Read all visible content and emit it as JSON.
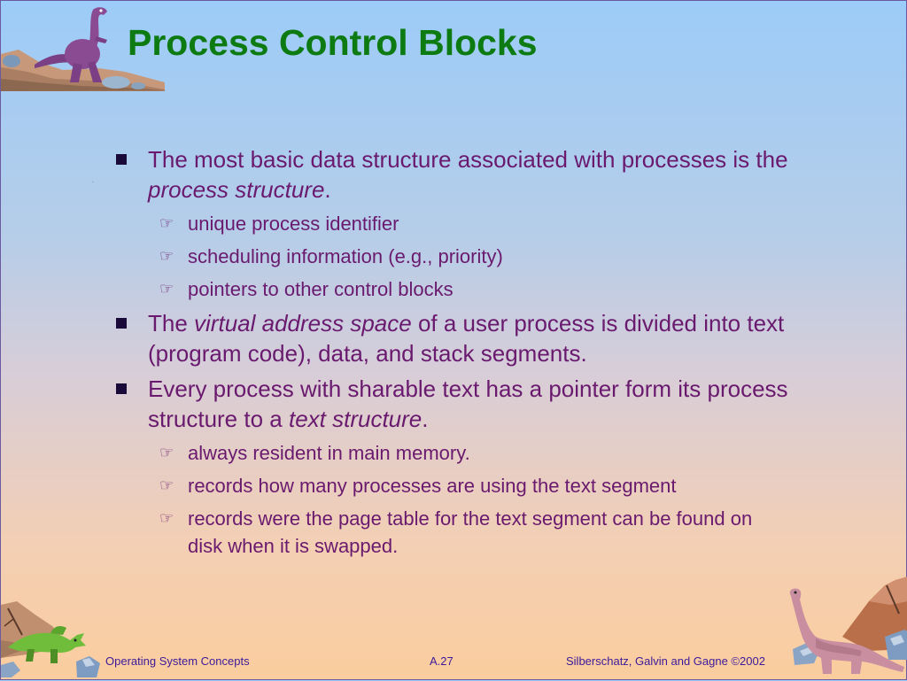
{
  "slide": {
    "title": "Process Control Blocks",
    "bullets": [
      {
        "level": 1,
        "parts": [
          "The most basic data structure associated with processes is the ",
          "process structure",
          "."
        ],
        "italic": [
          false,
          true,
          false
        ]
      },
      {
        "level": 2,
        "text": "unique process identifier"
      },
      {
        "level": 2,
        "text": "scheduling information (e.g., priority)"
      },
      {
        "level": 2,
        "text": "pointers to other control blocks"
      },
      {
        "level": 1,
        "parts": [
          "The ",
          "virtual address space",
          " of a user process is divided into text (program code), data, and stack segments."
        ],
        "italic": [
          false,
          true,
          false
        ]
      },
      {
        "level": 1,
        "parts": [
          "Every process with sharable text has a pointer form its process structure to a ",
          "text structure",
          "."
        ],
        "italic": [
          false,
          true,
          false
        ]
      },
      {
        "level": 2,
        "text": "always resident in main memory."
      },
      {
        "level": 2,
        "text": "records how many processes are using the text segment"
      },
      {
        "level": 2,
        "text": "records were the page table for the text segment can be found on disk when it is swapped."
      }
    ]
  },
  "footer": {
    "left": "Operating System Concepts",
    "center": "A.27",
    "right": "Silberschatz, Galvin and  Gagne ©2002"
  },
  "icons": {
    "level1_bullet": "square-bullet-icon",
    "level2_bullet": "pointing-hand-icon",
    "top_left": "purple-dinosaur-icon",
    "bottom_left": "green-dinosaur-icon",
    "bottom_right": "pink-dinosaur-icon"
  },
  "colors": {
    "title": "#0d7a12",
    "body_text": "#6a1a6e",
    "footer_text": "#3a1a9a"
  }
}
